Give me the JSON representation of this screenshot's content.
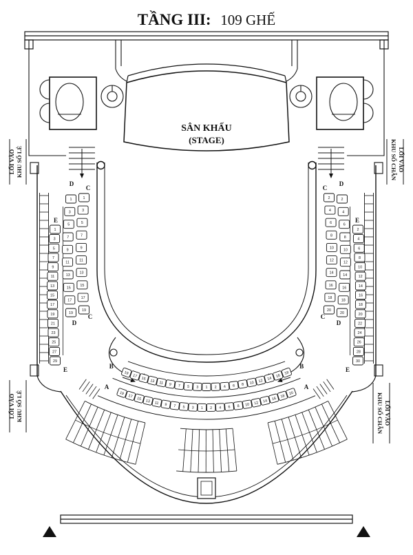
{
  "title": {
    "prefix": "TẦNG III:",
    "suffix": "109 GHẾ",
    "total_seats": 109
  },
  "stage": {
    "name": "SÂN KHẤU",
    "subtitle": "(STAGE)"
  },
  "entrances": {
    "odd": {
      "line1": "LỐI VÀO",
      "line2": "KHU SỐ LẺ"
    },
    "even": {
      "line1": "LỐI VÀO",
      "line2": "KHU SỐ CHẴN"
    }
  },
  "seating": {
    "left_side": [
      {
        "row": "C",
        "seats": [
          "1",
          "3",
          "5",
          "7",
          "9",
          "11",
          "13",
          "15",
          "17",
          "19"
        ]
      },
      {
        "row": "D",
        "seats": [
          "1",
          "3",
          "5",
          "7",
          "9",
          "11",
          "13",
          "15",
          "17",
          "19"
        ]
      },
      {
        "row": "E",
        "seats": [
          "1",
          "3",
          "5",
          "7",
          "9",
          "11",
          "13",
          "15",
          "17",
          "19",
          "21",
          "23",
          "25",
          "27",
          "29"
        ]
      }
    ],
    "right_side": [
      {
        "row": "C",
        "seats": [
          "2",
          "4",
          "6",
          "8",
          "10",
          "12",
          "14",
          "16",
          "18",
          "20"
        ]
      },
      {
        "row": "D",
        "seats": [
          "2",
          "4",
          "6",
          "8",
          "10",
          "12",
          "14",
          "16",
          "18",
          "20"
        ]
      },
      {
        "row": "E",
        "seats": [
          "2",
          "4",
          "6",
          "8",
          "10",
          "12",
          "14",
          "16",
          "18",
          "20",
          "22",
          "24",
          "26",
          "28",
          "30"
        ]
      }
    ],
    "rear_center": [
      {
        "row": "B",
        "seats": [
          "19",
          "17",
          "15",
          "13",
          "11",
          "9",
          "7",
          "5",
          "3",
          "1",
          "2",
          "4",
          "6",
          "8",
          "10",
          "12",
          "14",
          "16",
          "18"
        ]
      },
      {
        "row": "A",
        "seats": [
          "19",
          "17",
          "15",
          "13",
          "11",
          "9",
          "7",
          "5",
          "3",
          "1",
          "2",
          "4",
          "6",
          "8",
          "10",
          "12",
          "14",
          "16",
          "18",
          "20"
        ]
      }
    ]
  },
  "colors": {
    "ink": "#111111",
    "paper": "#ffffff"
  }
}
